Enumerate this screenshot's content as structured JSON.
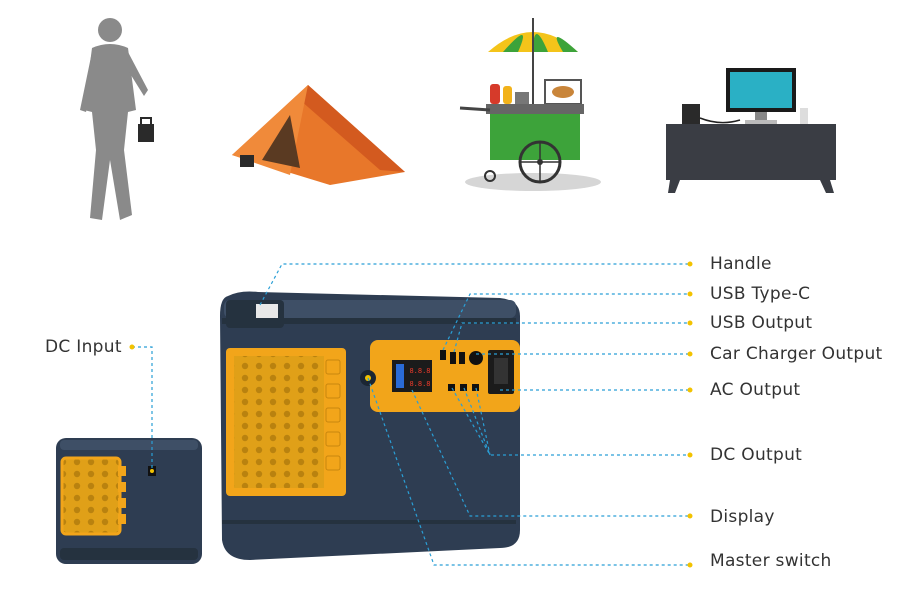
{
  "colors": {
    "leader_line": "#2a9fd6",
    "leader_dot": "#f2c200",
    "body_navy": "#2e3d52",
    "panel_orange": "#f2a51a",
    "label_text": "#333333"
  },
  "scenes": [
    {
      "name": "person-walking",
      "icon": "person-carrying-icon"
    },
    {
      "name": "camping-tent",
      "icon": "tent-icon"
    },
    {
      "name": "food-cart",
      "icon": "food-cart-icon"
    },
    {
      "name": "office-desk",
      "icon": "desk-computer-icon"
    }
  ],
  "callouts": {
    "handle": "Handle",
    "usb_type_c": "USB Type-C",
    "usb_output": "USB Output",
    "car_charger_output": "Car Charger Output",
    "ac_output": "AC Output",
    "dc_output": "DC Output",
    "display": "Display",
    "master_switch": "Master switch",
    "dc_input": "DC Input"
  },
  "display_readouts": [
    "8.8.8",
    "8.8.8"
  ]
}
